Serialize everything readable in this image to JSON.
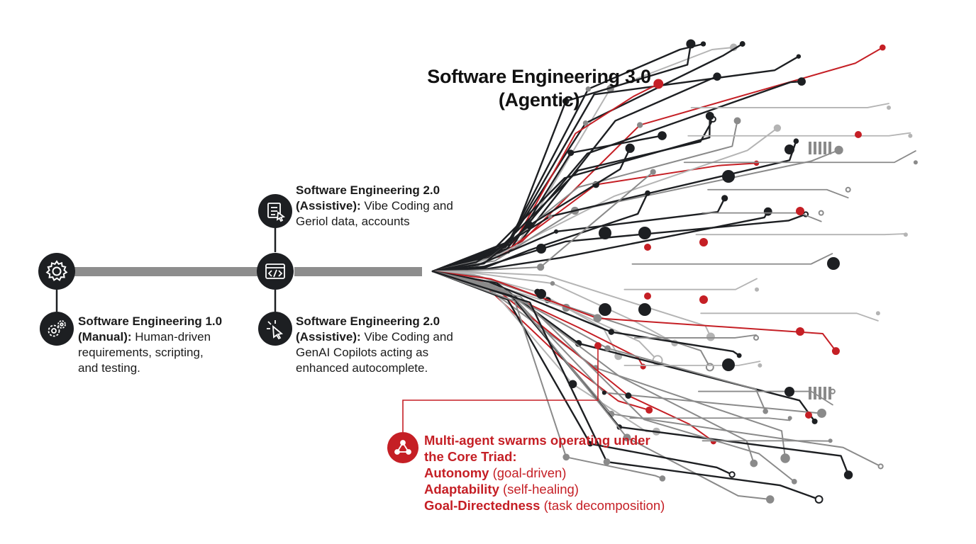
{
  "title": {
    "line1": "Software Engineering 3.0",
    "line2": "(Agentic)"
  },
  "stages": [
    {
      "name": "Software Engineering 1.0",
      "qualifier": "(Manual):",
      "desc_1": "Human-driven",
      "desc_2": "requirements, scripting,",
      "desc_3": "and testing.",
      "icon": "gears-icon"
    },
    {
      "name": "Software Engineering 2.0",
      "qualifier": "(Assistive):",
      "desc_1": "Vibe Coding and",
      "desc_2": "Geriol data, accounts",
      "icon": "document-cursor-icon"
    },
    {
      "name": "Software Engineering 2.0",
      "qualifier": "(Assistive):",
      "desc_1": "Vibe Coding and",
      "desc_2": "GenAI Copilots acting as",
      "desc_3": "enhanced autocomplete.",
      "icon": "cursor-click-icon"
    }
  ],
  "agentic": {
    "line1": "Multi-agent swarms operating under",
    "line2": "the Core Triad:",
    "items": [
      {
        "term": "Autonomy",
        "desc": "(goal-driven)"
      },
      {
        "term": "Adaptability",
        "desc": "(self-healing)"
      },
      {
        "term": "Goal-Directedness",
        "desc": "(task decomposition)"
      }
    ],
    "icon": "network-nodes-icon"
  },
  "timeline_icons": [
    "gear-icon",
    "code-window-icon"
  ],
  "colors": {
    "dark": "#1d1f22",
    "gray": "#8a8a8a",
    "light_gray": "#b4b4b4",
    "red": "#c51f25",
    "white": "#ffffff"
  }
}
